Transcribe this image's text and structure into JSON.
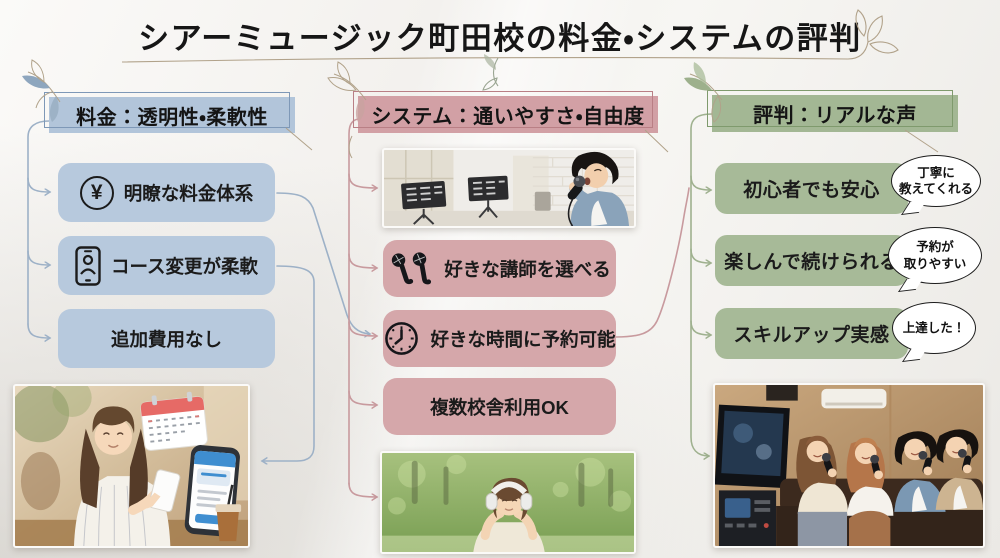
{
  "title": "シアーミュージック町田校の料金・システムの評判",
  "colors": {
    "blue_accent": "#b7c9dd",
    "pink_accent": "#d5a7aa",
    "green_accent": "#a7ba98",
    "blue_line": "#9db1c7",
    "pink_line": "#c89a9e",
    "green_line": "#9fb18f"
  },
  "icons": {
    "yen": "¥"
  },
  "fees": {
    "header": "料金：透明性・柔軟性",
    "items": [
      {
        "label": "明瞭な料金体系",
        "icon": "yen-circle-icon"
      },
      {
        "label": "コース変更が柔軟",
        "icon": "smartphone-user-icon"
      },
      {
        "label": "追加費用なし",
        "icon": "none"
      }
    ],
    "photo": "woman-using-booking-app-in-cafe"
  },
  "system": {
    "header": "システム：通いやすさ・自由度",
    "items": [
      {
        "label": "好きな講師を選べる",
        "icon": "two-microphones-icon"
      },
      {
        "label": "好きな時間に予約可能",
        "icon": "clock-icon"
      },
      {
        "label": "複数校舎利用OK",
        "icon": "none"
      }
    ],
    "photo_top": "man-singing-in-lesson-room",
    "photo_bottom": "woman-listening-headphones-park"
  },
  "reputation": {
    "header": "評判：リアルな声",
    "items": [
      {
        "label": "初心者でも安心",
        "bubble_lines": [
          "丁寧に",
          "教えてくれる"
        ]
      },
      {
        "label": "楽しんで続けられる",
        "bubble_lines": [
          "予約が",
          "取りやすい"
        ]
      },
      {
        "label": "スキルアップ実感",
        "bubble_lines": [
          "上達した！"
        ]
      }
    ],
    "photo": "friends-singing-karaoke"
  }
}
